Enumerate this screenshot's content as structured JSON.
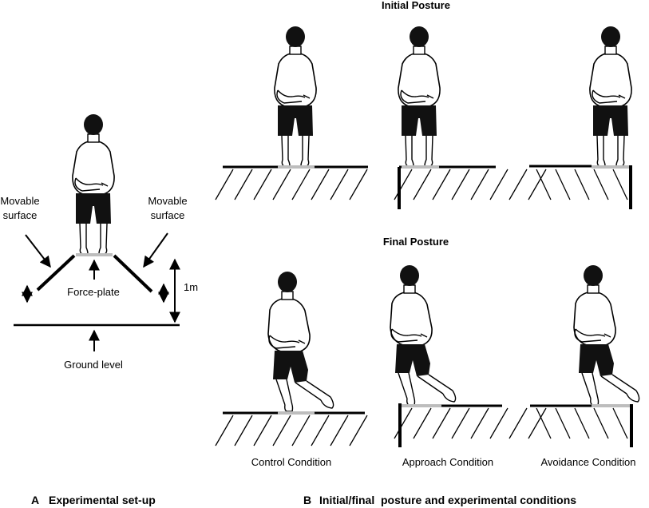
{
  "panel_a": {
    "caption_letter": "A",
    "caption_text": "Experimental set-up",
    "movable_left": [
      "Movable",
      "surface"
    ],
    "movable_right": [
      "Movable",
      "surface"
    ],
    "force_plate": "Force-plate",
    "height": "1m",
    "ground": "Ground level"
  },
  "panel_b": {
    "caption_letter": "B",
    "caption_text": "Initial/final  posture and experimental conditions",
    "initial_title": "Initial Posture",
    "final_title": "Final Posture",
    "conditions": [
      "Control Condition",
      "Approach Condition",
      "Avoidance Condition"
    ]
  },
  "colors": {
    "ink": "#000000",
    "force_plate": "#bdbdbd",
    "skin": "#ffffff"
  }
}
